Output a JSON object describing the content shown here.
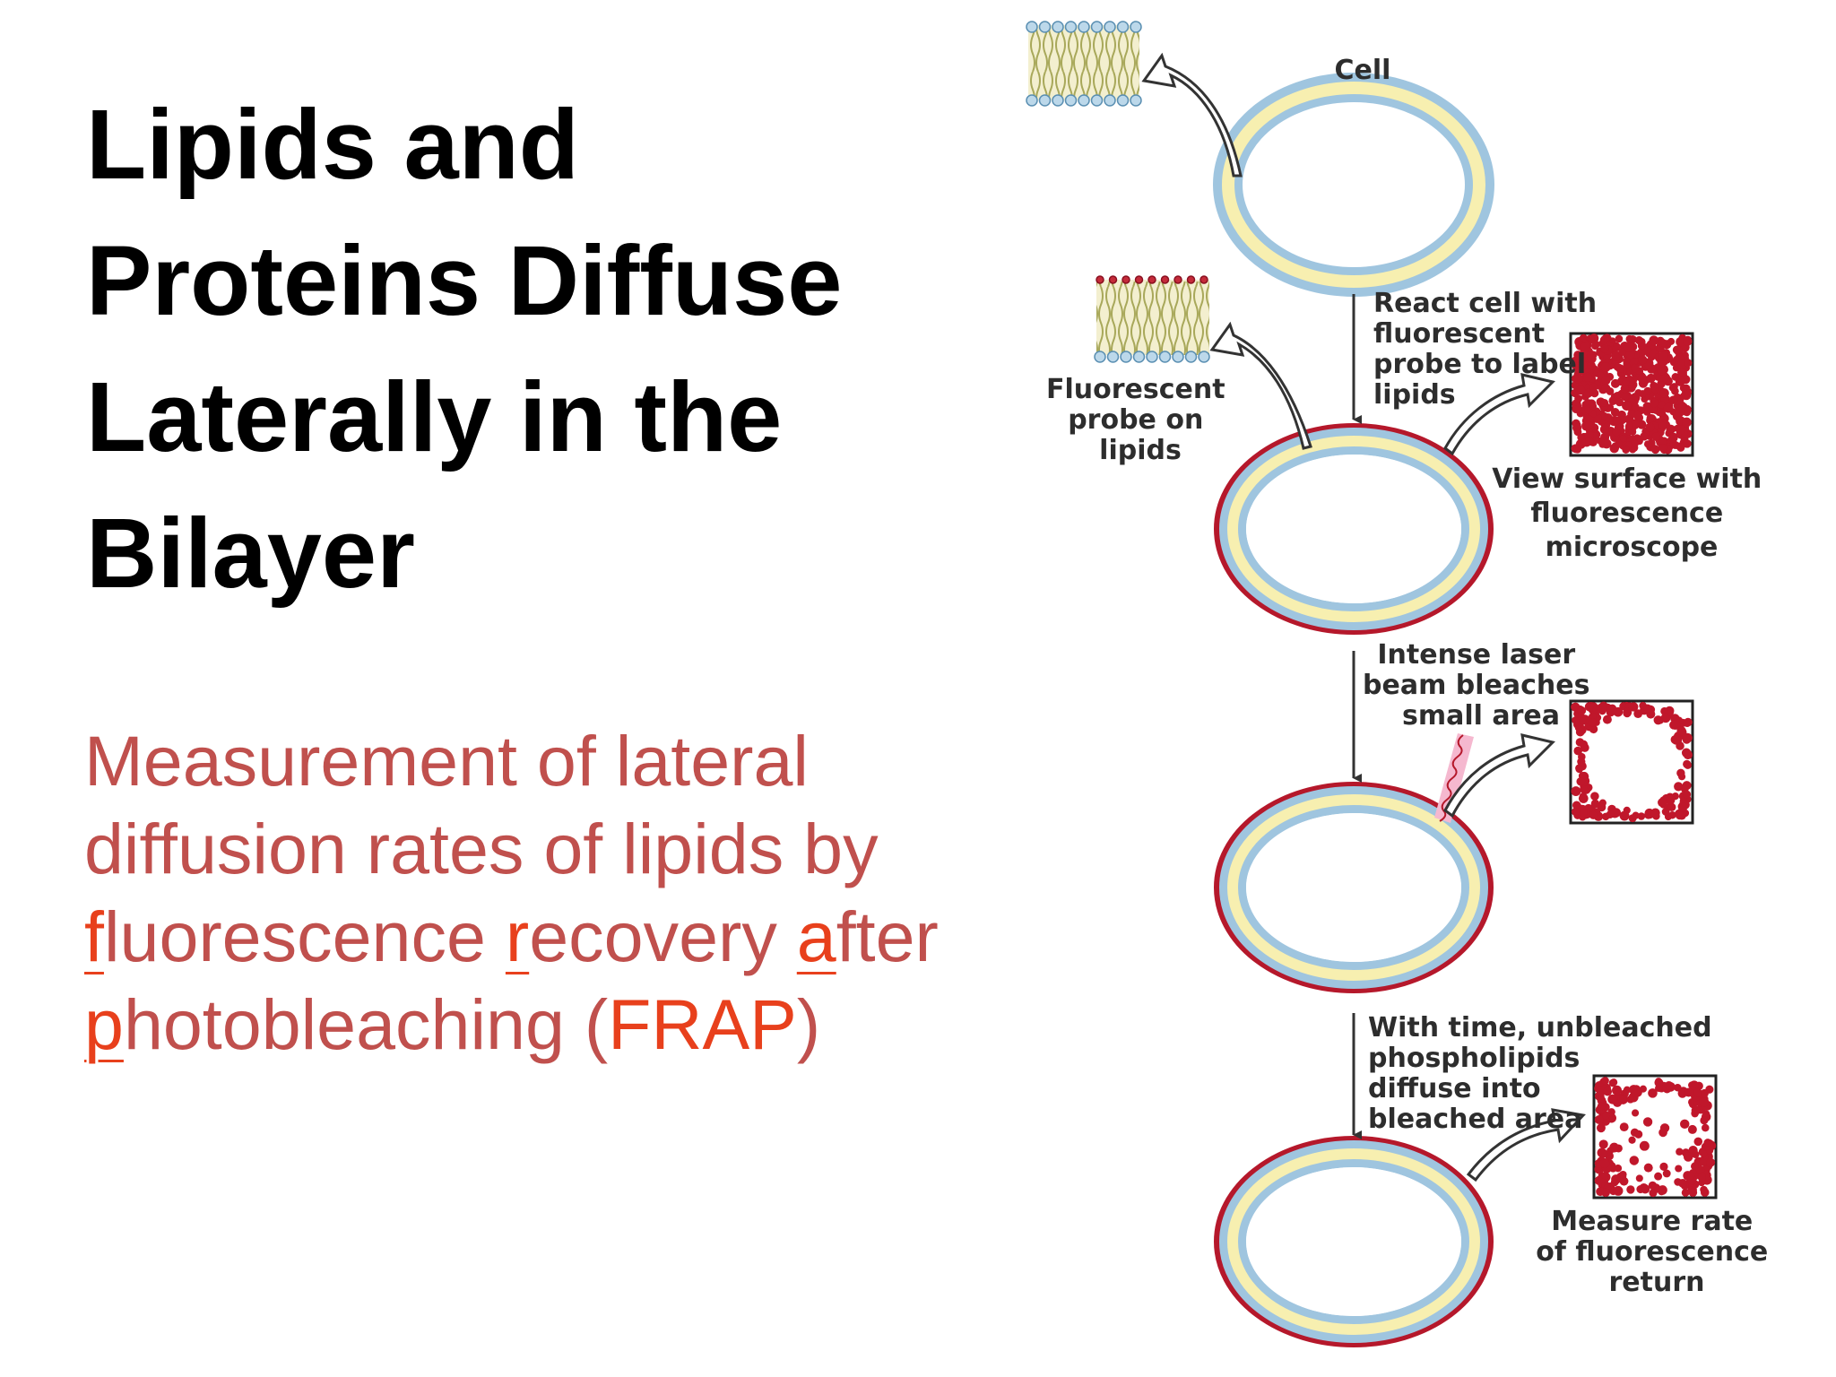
{
  "title": {
    "line1": "Lipids and",
    "line2": "Proteins Diffuse",
    "line3": "Laterally in the",
    "line4": "Bilayer"
  },
  "subtitle": {
    "line1": "Measurement of lateral",
    "line2": "diffusion rates of lipids by",
    "line3_f": "f",
    "line3_a": "luorescence ",
    "line3_r": "r",
    "line3_b": "ecovery ",
    "line3_af": "a",
    "line3_c": "fter",
    "line4_p": "p",
    "line4_a": "hotobleaching (",
    "line4_frap": "FRAP",
    "line4_b": ")"
  },
  "diagram": {
    "cell": "Cell",
    "probe_label": [
      "Fluorescent",
      "probe on",
      "lipids"
    ],
    "step1": [
      "React cell with",
      "fluorescent",
      "probe to label",
      "lipids"
    ],
    "view": [
      "View surface with",
      "fluorescence",
      "microscope"
    ],
    "step2": [
      "Intense laser",
      "beam bleaches",
      "small area"
    ],
    "step3": [
      "With time, unbleached",
      "phospholipids",
      "diffuse into",
      "bleached area"
    ],
    "measure": [
      "Measure rate",
      "of fluorescence",
      "return"
    ]
  },
  "colors": {
    "title": "#000000",
    "subtitle": "#c0504d",
    "highlight": "#e8401c",
    "membrane_yellow": "#f7efb0",
    "membrane_blue": "#9fc5df",
    "probe_red": "#b5182b"
  }
}
